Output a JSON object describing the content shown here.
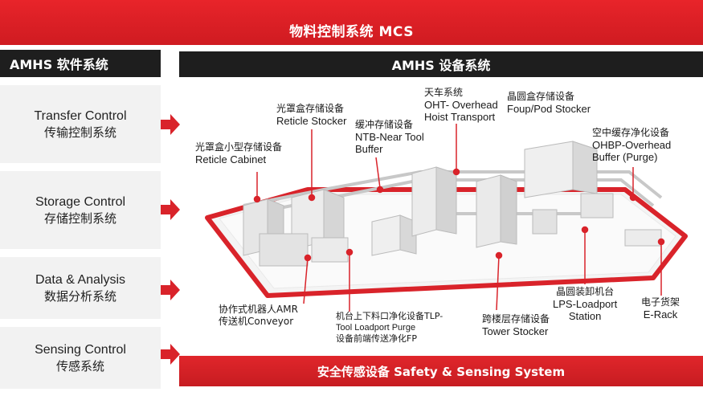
{
  "top_banner": {
    "title": "物料控制系统 MCS"
  },
  "left_header": {
    "title": "AMHS 软件系统"
  },
  "right_header": {
    "title": "AMHS 设备系统"
  },
  "side_cards": [
    {
      "en": "Transfer Control",
      "zh": "传输控制系统"
    },
    {
      "en": "Storage Control",
      "zh": "存储控制系统"
    },
    {
      "en": "Data & Analysis",
      "zh": "数据分析系统"
    },
    {
      "en": "Sensing Control",
      "zh": "传感系统"
    }
  ],
  "bottom_bar": {
    "title": "安全传感设备 Safety & Sensing System"
  },
  "labels": {
    "reticle_cabinet": {
      "zh": "光罩盒小型存储设备",
      "en": "Reticle Cabinet"
    },
    "reticle_stocker": {
      "zh": "光罩盒存储设备",
      "en": "Reticle Stocker"
    },
    "ntb": {
      "zh": "缓冲存储设备",
      "en1": "NTB-Near Tool",
      "en2": "Buffer"
    },
    "oht": {
      "zh": "天车系统",
      "en1": "OHT- Overhead",
      "en2": "Hoist Transport"
    },
    "foup": {
      "zh": "晶圆盒存储设备",
      "en": "Foup/Pod Stocker"
    },
    "ohbp": {
      "zh": "空中缓存净化设备",
      "en1": "OHBP-Overhead",
      "en2": "Buffer (Purge)"
    },
    "amr": {
      "zh1": "协作式机器人AMR",
      "zh2": "传送机Conveyor"
    },
    "tlp": {
      "zh1": "机台上下料口净化设备TLP-",
      "en": "Tool Loadport Purge",
      "zh2": "设备前端传送净化FP"
    },
    "tower": {
      "zh": "跨楼层存储设备",
      "en": "Tower Stocker"
    },
    "lps": {
      "zh": "晶圆装卸机台",
      "en1": "LPS-Loadport",
      "en2": "Station"
    },
    "erack": {
      "zh": "电子货架",
      "en": "E-Rack"
    }
  },
  "colors": {
    "accent": "#d9232a",
    "dark": "#1e1e1e",
    "card": "#f2f2f2"
  }
}
